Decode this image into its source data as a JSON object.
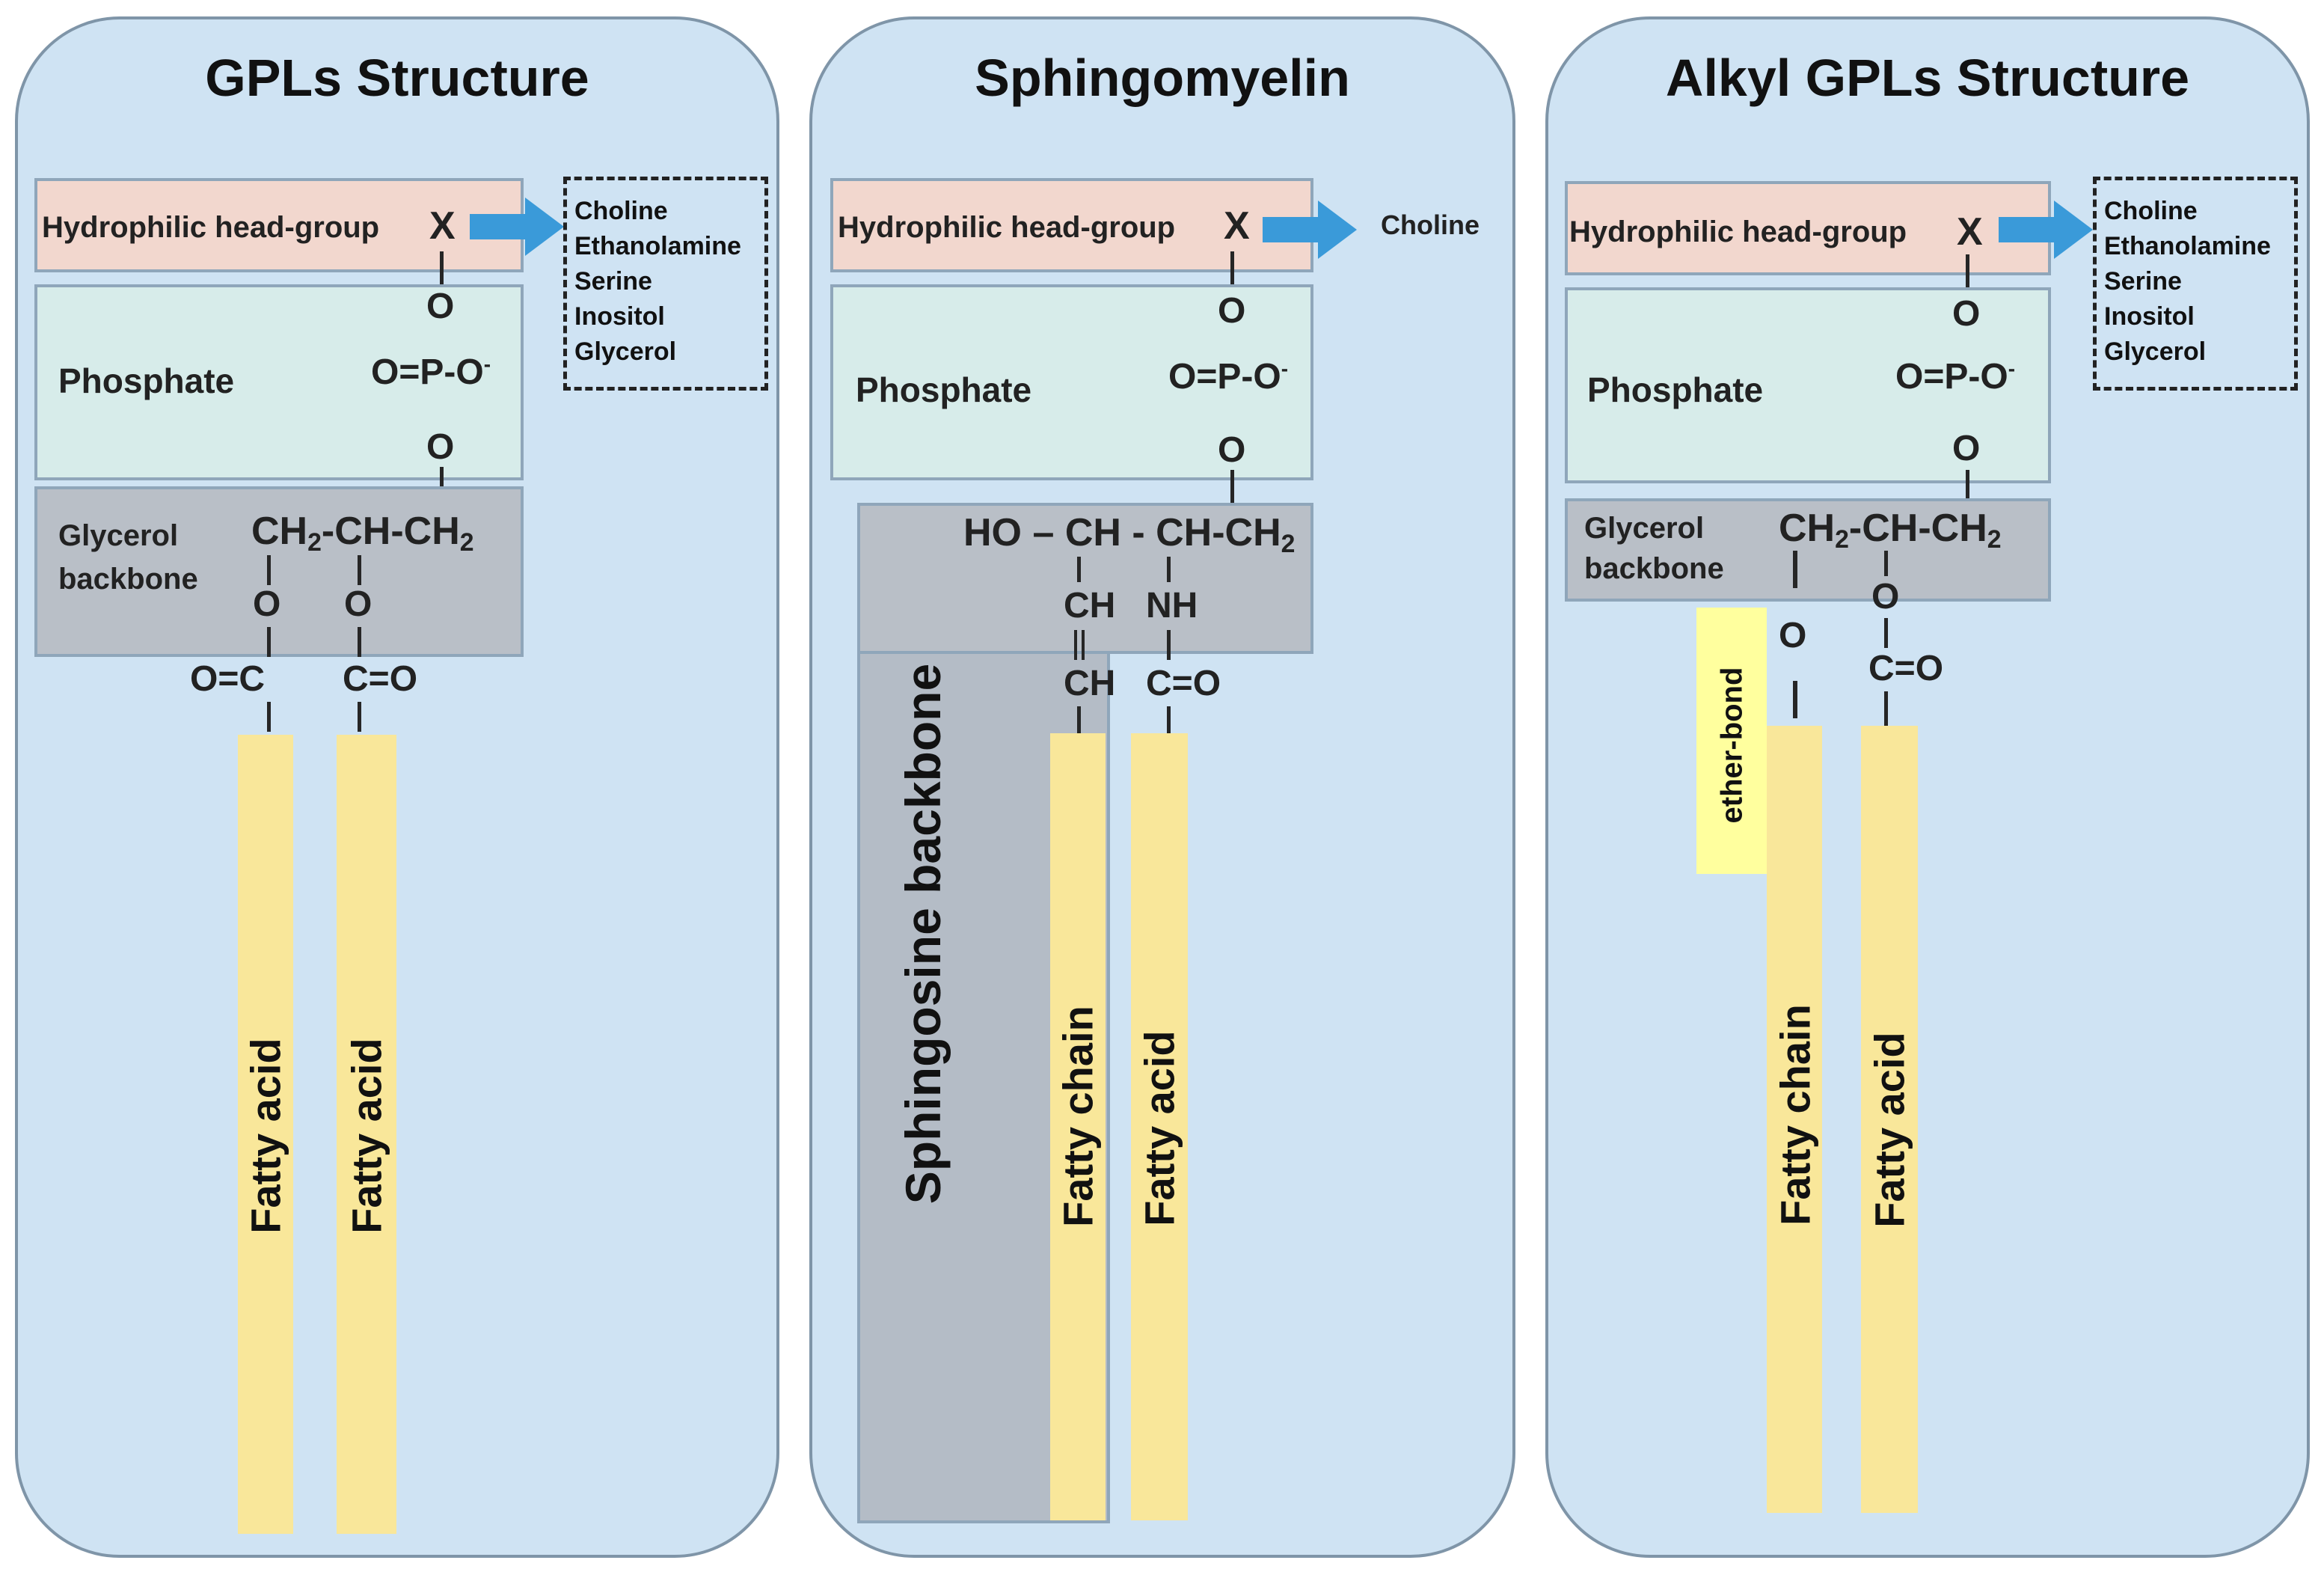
{
  "panels": {
    "gpl": {
      "title": "GPLs Structure",
      "head_label": "Hydrophilic head-group",
      "x": "X",
      "phosphate_label": "Phosphate",
      "glycerol_label_1": "Glycerol",
      "glycerol_label_2": "backbone",
      "o_top": "O",
      "p_line": "O=P-O",
      "p_charge": "-",
      "o_bottom": "O",
      "ch2": "CH",
      "ch2_sub": "2",
      "ch_mid": "-CH-CH",
      "ch2_sub_b": "2",
      "o_left": "O",
      "o_right": "O",
      "co_left": "O=C",
      "co_right": "C=O",
      "chain_left": "Fatty acid",
      "chain_right": "Fatty acid",
      "options": [
        "Choline",
        "Ethanolamine",
        "Serine",
        "Inositol",
        "Glycerol"
      ]
    },
    "sm": {
      "title": "Sphingomyelin",
      "head_label": "Hydrophilic head-group",
      "x": "X",
      "phosphate_label": "Phosphate",
      "o_top": "O",
      "p_line": "O=P-O",
      "p_charge": "-",
      "o_bottom": "O",
      "ho_line": "HO – CH - CH-CH",
      "ho_sub": "2",
      "ch_a": "CH",
      "nh": "NH",
      "ch_b": "CH",
      "co": "C=O",
      "backbone_label": "Sphingosine backbone",
      "chain_left": "Fatty chain",
      "chain_right": "Fatty acid",
      "option": "Choline"
    },
    "alkyl": {
      "title": "Alkyl GPLs Structure",
      "head_label": "Hydrophilic head-group",
      "x": "X",
      "phosphate_label": "Phosphate",
      "glycerol_label_1": "Glycerol",
      "glycerol_label_2": "backbone",
      "o_top": "O",
      "p_line": "O=P-O",
      "p_charge": "-",
      "o_bottom": "O",
      "ch2": "CH",
      "ch2_sub": "2",
      "ch_mid": "-CH-CH",
      "ch2_sub_b": "2",
      "o_left": "O",
      "o_right": "O",
      "co_right": "C=O",
      "ether_label": "ether-bond",
      "chain_left": "Fatty chain",
      "chain_right": "Fatty acid",
      "options": [
        "Choline",
        "Ethanolamine",
        "Serine",
        "Inositol",
        "Glycerol"
      ]
    }
  },
  "colors": {
    "panel": "#cfe3f3",
    "head": "#f2d7ce",
    "phosphate": "#d7ecea",
    "glycerol": "#b9bfc7",
    "chain": "#f9e79a",
    "arrow": "#3a9ad9"
  }
}
